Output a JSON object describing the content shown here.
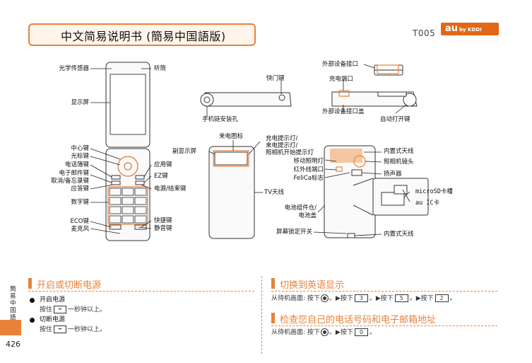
{
  "header": {
    "title": "中文简易说明书 (簡易中国語版)",
    "page_code": "T005",
    "logo_main": "au",
    "logo_sub": "by KDDI"
  },
  "front_labels": {
    "light_sensor": "光学传感器",
    "earpiece": "听筒",
    "display": "显示屏",
    "center_key": "中心键",
    "cursor_key": "光标键",
    "phonebook_key": "电话簿键",
    "mail_key": "电子邮件键",
    "cancel_memo_key": "取消/备忘录键",
    "answer_key": "应答键",
    "number_keys": "数字键",
    "eco_key": "ECO键",
    "microphone": "麦克风",
    "app_key": "应用键",
    "ez_key": "EZ键",
    "power_end_key": "电源/结束键",
    "shortcut_key": "快捷键",
    "silent_key": "静音键"
  },
  "side_labels": {
    "shutter_key": "快门键",
    "strap_hole": "手机链安装孔",
    "ext_port": "外部设备接口",
    "charge_port": "充电端口",
    "ext_port_cover": "外部设备接口盖",
    "auto_open_key": "自动打开键"
  },
  "back_labels": {
    "sub_display": "副显示屏",
    "incoming_icon": "来电图标",
    "charge_lamp_1": "充电提示灯/",
    "charge_lamp_2": "来电提示灯/",
    "charge_lamp_3": "照相机开始提示灯",
    "mobile_light": "移动照明灯",
    "ir_port": "红外线端口",
    "felica": "FeliCa标志",
    "tv_antenna": "TV天线",
    "battery_pack": "电池组件仓/",
    "battery_cover": "电池盖",
    "screen_lock": "屏幕锁定开关",
    "builtin_antenna_top": "内置式天线",
    "camera_lens": "照相机镜头",
    "speaker": "扬声器",
    "microsd": "microSD卡槽",
    "au_ic": "au IC卡",
    "builtin_antenna_bottom": "内置式天线"
  },
  "section_power": {
    "title": "开启或切断电源",
    "item1_title": "开启电源",
    "item1_pre": "按住",
    "item1_post": "一秒钟以上。",
    "item2_title": "切断电源",
    "item2_pre": "按住",
    "item2_post": "一秒钟以上。"
  },
  "section_english": {
    "title": "切换到英语显示",
    "line_pre": "从待机画面: 按下",
    "sep": "。▶按下",
    "key1": "3",
    "key2": "5",
    "key3": "2",
    "end": "。"
  },
  "section_check": {
    "title": "检查您自己的电话号码和电子邮箱地址",
    "line_pre": "从待机画面: 按下",
    "sep": "。▶按下",
    "key1": "0",
    "end": "。"
  },
  "side_tab": {
    "text": "簡易中国語",
    "page_number": "426"
  },
  "colors": {
    "accent": "#e8823a",
    "title_bg": "#fff5ea",
    "logo_bg": "#e06818"
  }
}
